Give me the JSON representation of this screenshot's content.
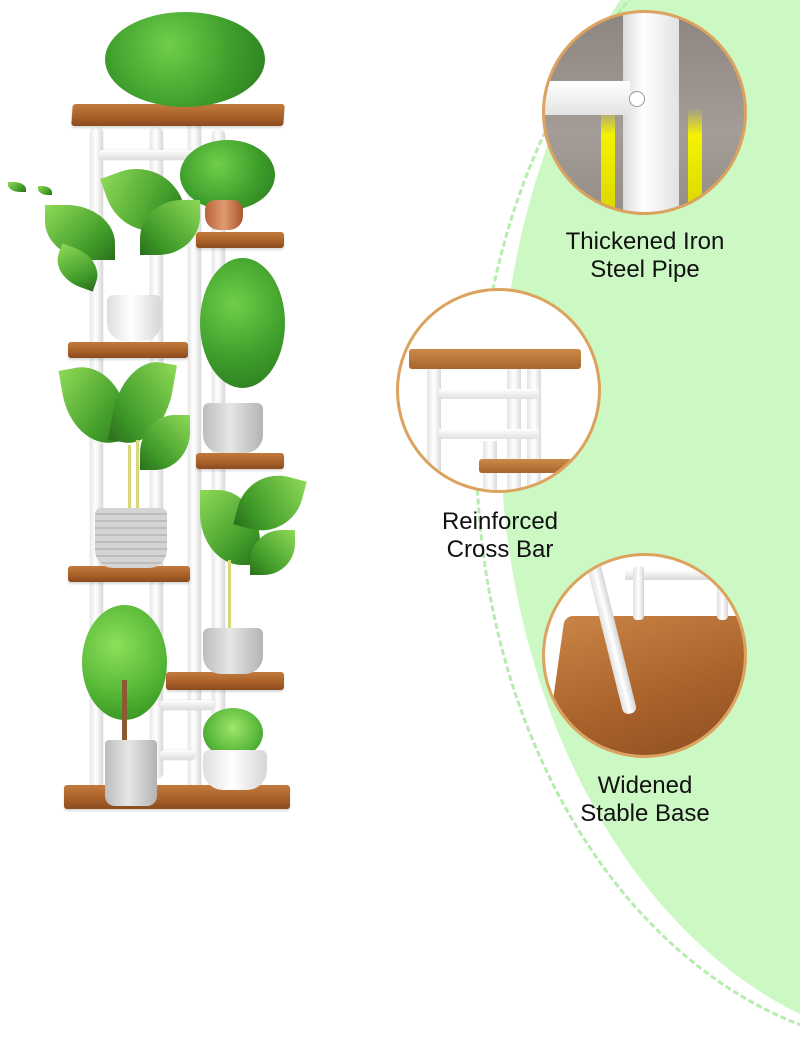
{
  "image": {
    "subject": "white metal multi-tier plant stand with wooden shelves holding potted plants",
    "background_colors": {
      "page": "#ffffff",
      "accent_green": "#ccf8c4",
      "circle_border": "#dba35e",
      "wood": "#a8602a"
    }
  },
  "features": [
    {
      "id": "pipe",
      "line1": "Thickened Iron",
      "line2": "Steel Pipe"
    },
    {
      "id": "crossbar",
      "line1": "Reinforced",
      "line2": "Cross Bar"
    },
    {
      "id": "base",
      "line1": "Widened",
      "line2": "Stable Base"
    }
  ]
}
